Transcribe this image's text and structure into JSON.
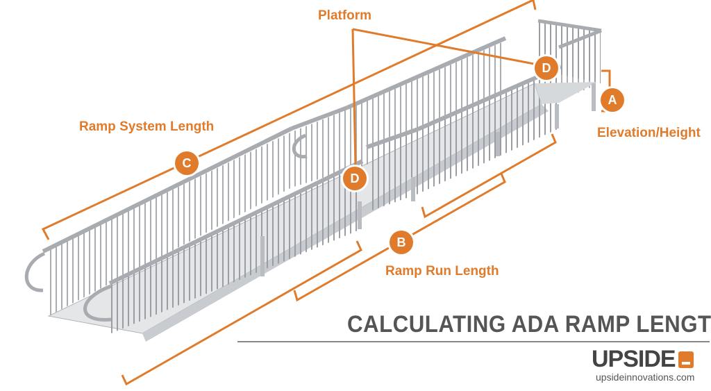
{
  "labels": {
    "platform": "Platform",
    "ramp_system_length": "Ramp System Length",
    "elevation_height": "Elevation/Height",
    "ramp_run_length": "Ramp Run Length"
  },
  "markers": {
    "a": "A",
    "b": "B",
    "c": "C",
    "d": "D"
  },
  "headline": "CALCULATING ADA RAMP LENGTH",
  "brand": {
    "name": "UPSIDE",
    "website": "upsideinnovations.com"
  },
  "colors": {
    "accent": "#e07b2b",
    "metal": "#b9bcc0",
    "text": "#555555"
  }
}
